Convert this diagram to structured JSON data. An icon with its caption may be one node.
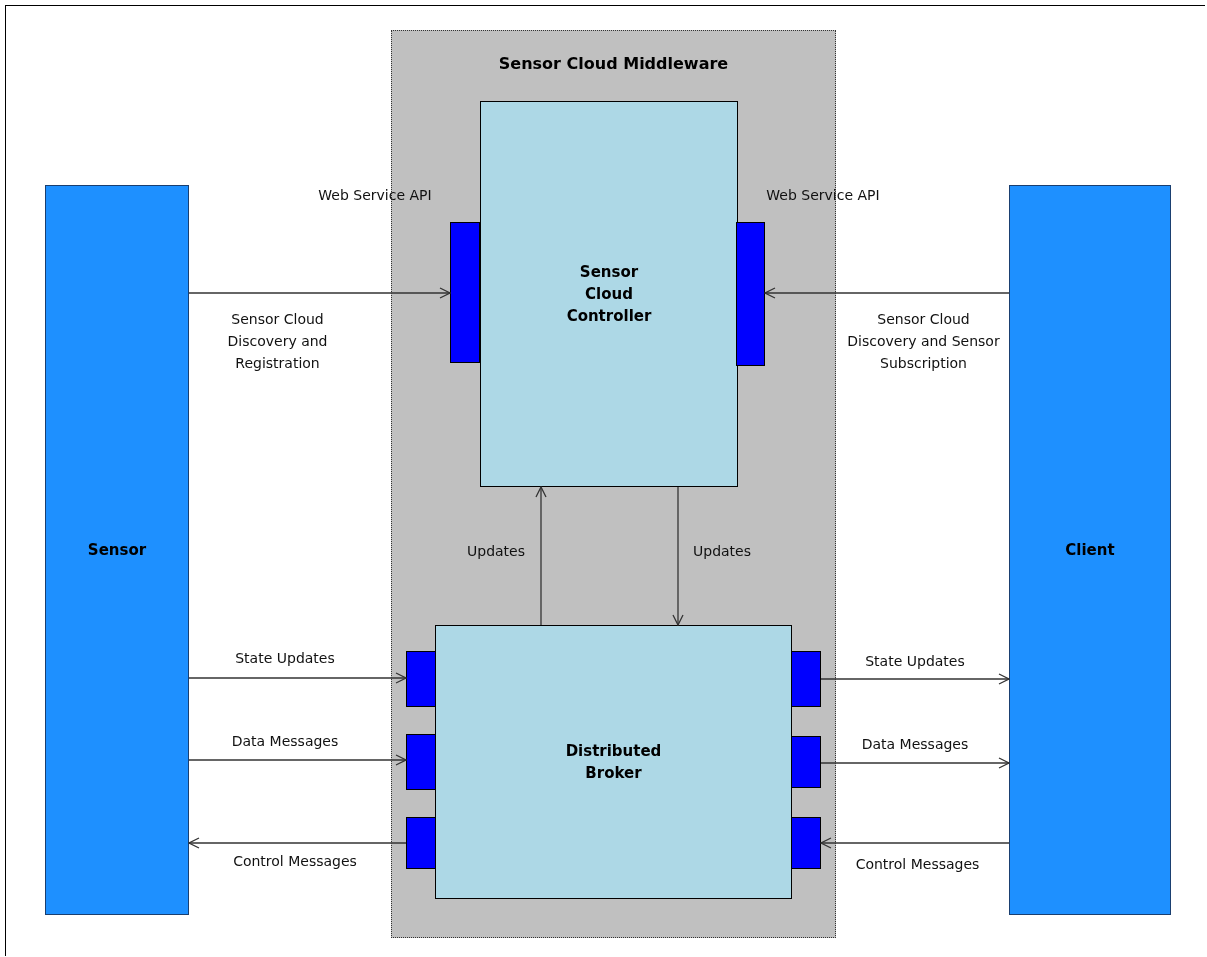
{
  "diagram": {
    "nodes": [
      {
        "text": [
          "Sensor Cloud Middleware"
        ]
      },
      {
        "text": [
          "Sensor Cloud Controller"
        ],
        "in": 0
      },
      {
        "text": [],
        "shape": "box",
        "in": 0,
        "beside": [
          "Web Service API"
        ]
      },
      {
        "text": [],
        "shape": "box",
        "in": 0,
        "beside": [
          "Web Service API"
        ]
      },
      {
        "text": [
          "Distributed Broker"
        ],
        "in": 0
      },
      {
        "text": [],
        "shape": "box",
        "in": 0
      },
      {
        "text": [],
        "shape": "box",
        "in": 0
      },
      {
        "text": [],
        "shape": "box",
        "in": 0
      },
      {
        "text": [],
        "shape": "box",
        "in": 0
      },
      {
        "text": [],
        "shape": "box",
        "in": 0
      },
      {
        "text": [],
        "shape": "box",
        "in": 0
      },
      {
        "text": [
          "Sensor"
        ]
      },
      {
        "text": [
          "Client"
        ]
      }
    ],
    "edges": [
      {
        "from": 11,
        "to": 2,
        "arrow": "to",
        "label": "Sensor Cloud Discovery and Registration"
      },
      {
        "from": 12,
        "to": 3,
        "arrow": "to",
        "label": "Sensor Cloud Discovery and Sensor Subscription"
      },
      {
        "from": 4,
        "to": 1,
        "arrow": "to",
        "label": "Updates"
      },
      {
        "from": 1,
        "to": 4,
        "arrow": "to",
        "label": "Updates"
      },
      {
        "from": 11,
        "to": 5,
        "arrow": "to",
        "label": "State Updates"
      },
      {
        "from": 11,
        "to": 6,
        "arrow": "to",
        "label": "Data Messages"
      },
      {
        "from": 7,
        "to": 11,
        "arrow": "to",
        "label": "Control Messages"
      },
      {
        "from": 8,
        "to": 12,
        "arrow": "to",
        "label": "State Updates"
      },
      {
        "from": 9,
        "to": 12,
        "arrow": "to",
        "label": "Data Messages"
      },
      {
        "from": 12,
        "to": 10,
        "arrow": "to",
        "label": "Control Messages"
      }
    ]
  }
}
